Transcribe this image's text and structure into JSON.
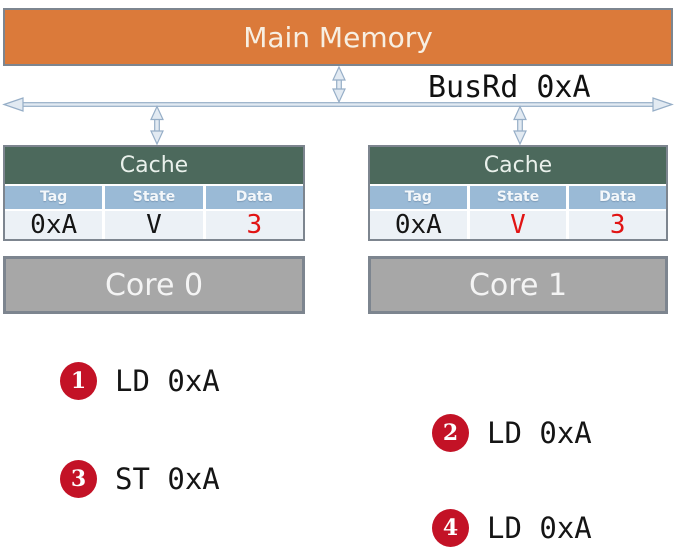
{
  "colors": {
    "memory_fill": "#DB7A3A",
    "memory_text": "#F7EFE2",
    "box_border": "#7D858F",
    "cache_title_fill": "#4C695C",
    "cache_title_text": "#E9F0EB",
    "col_header_fill": "#9ABAD6",
    "col_header_text": "#F3F7FA",
    "row_fill": "#ECF1F6",
    "value_text": "#151515",
    "red": "#E11414",
    "badge": "#C31226",
    "badge_text": "#FFFFFF",
    "core_fill": "#A7A7A7",
    "core_text": "#F4F4F4",
    "arrow_fill": "#E2EAF2",
    "arrow_stroke": "#96AEC7",
    "bus_text": "#111111",
    "background": "#FFFFFF"
  },
  "memory": {
    "label": "Main Memory"
  },
  "bus": {
    "label": "BusRd 0xA"
  },
  "caches": [
    {
      "title": "Cache",
      "columns": [
        "Tag",
        "State",
        "Data"
      ],
      "row": {
        "tag": "0xA",
        "state": "V",
        "data": "3"
      },
      "state_color": "black",
      "data_color": "red",
      "core": "Core 0"
    },
    {
      "title": "Cache",
      "columns": [
        "Tag",
        "State",
        "Data"
      ],
      "row": {
        "tag": "0xA",
        "state": "V",
        "data": "3"
      },
      "state_color": "red",
      "data_color": "red",
      "core": "Core 1"
    }
  ],
  "operations": [
    {
      "num": "1",
      "text": "LD 0xA",
      "side": "left"
    },
    {
      "num": "2",
      "text": "LD 0xA",
      "side": "right"
    },
    {
      "num": "3",
      "text": "ST 0xA",
      "side": "left"
    },
    {
      "num": "4",
      "text": "LD 0xA",
      "side": "right"
    }
  ]
}
